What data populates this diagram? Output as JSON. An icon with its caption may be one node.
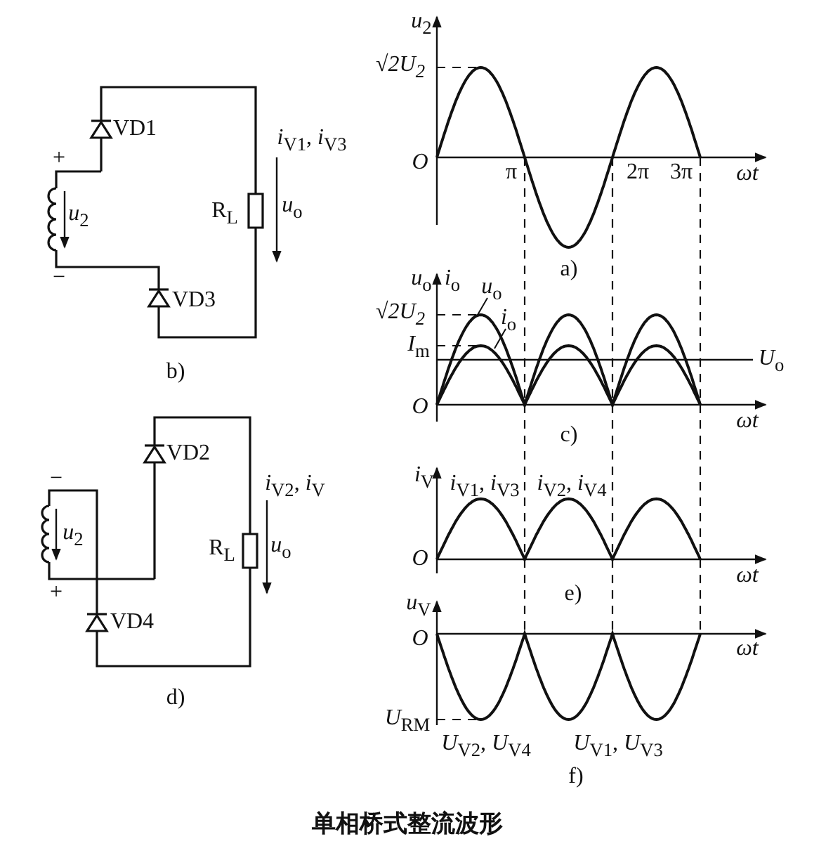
{
  "diagram": {
    "title": "单相桥式整流波形",
    "labels": [
      "VD1",
      "+",
      "*i*$_{V1}$, *i*$_{V3}$",
      "*u*$_{2}$",
      "R$_{L}$",
      "*u*$_{o}$",
      "−",
      "VD3",
      "b)",
      "*u*$_{2}$",
      "√2U$_{2}$",
      "O",
      "π",
      "2π",
      "3π",
      "ωt",
      "a)",
      "*u*$_{o}$",
      "*i*$_{o}$",
      "*u*$_{o}$",
      "√2U$_{2}$",
      "*i*$_{o}$",
      "*I*$_{m}$",
      "*U*$_{o}$",
      "O",
      "ωt",
      "c)",
      "VD2",
      "−",
      "*i*$_{V2}$, *i*$_{V}$",
      "*u*$_{2}$",
      "R$_{L}$",
      "*u*$_{o}$",
      "+",
      "VD4",
      "d)",
      "*i*$_{V}$",
      "*i*$_{V1}$, *i*$_{V3}$",
      "*i*$_{V2}$, *i*$_{V4}$",
      "O",
      "ωt",
      "e)",
      "*u*$_{V}$",
      "O",
      "ωt",
      "*U*$_{RM}$",
      "*U*$_{V2}$, *U*$_{V4}$",
      "*U*$_{V1}$, *U*$_{V3}$",
      "f)"
    ]
  }
}
